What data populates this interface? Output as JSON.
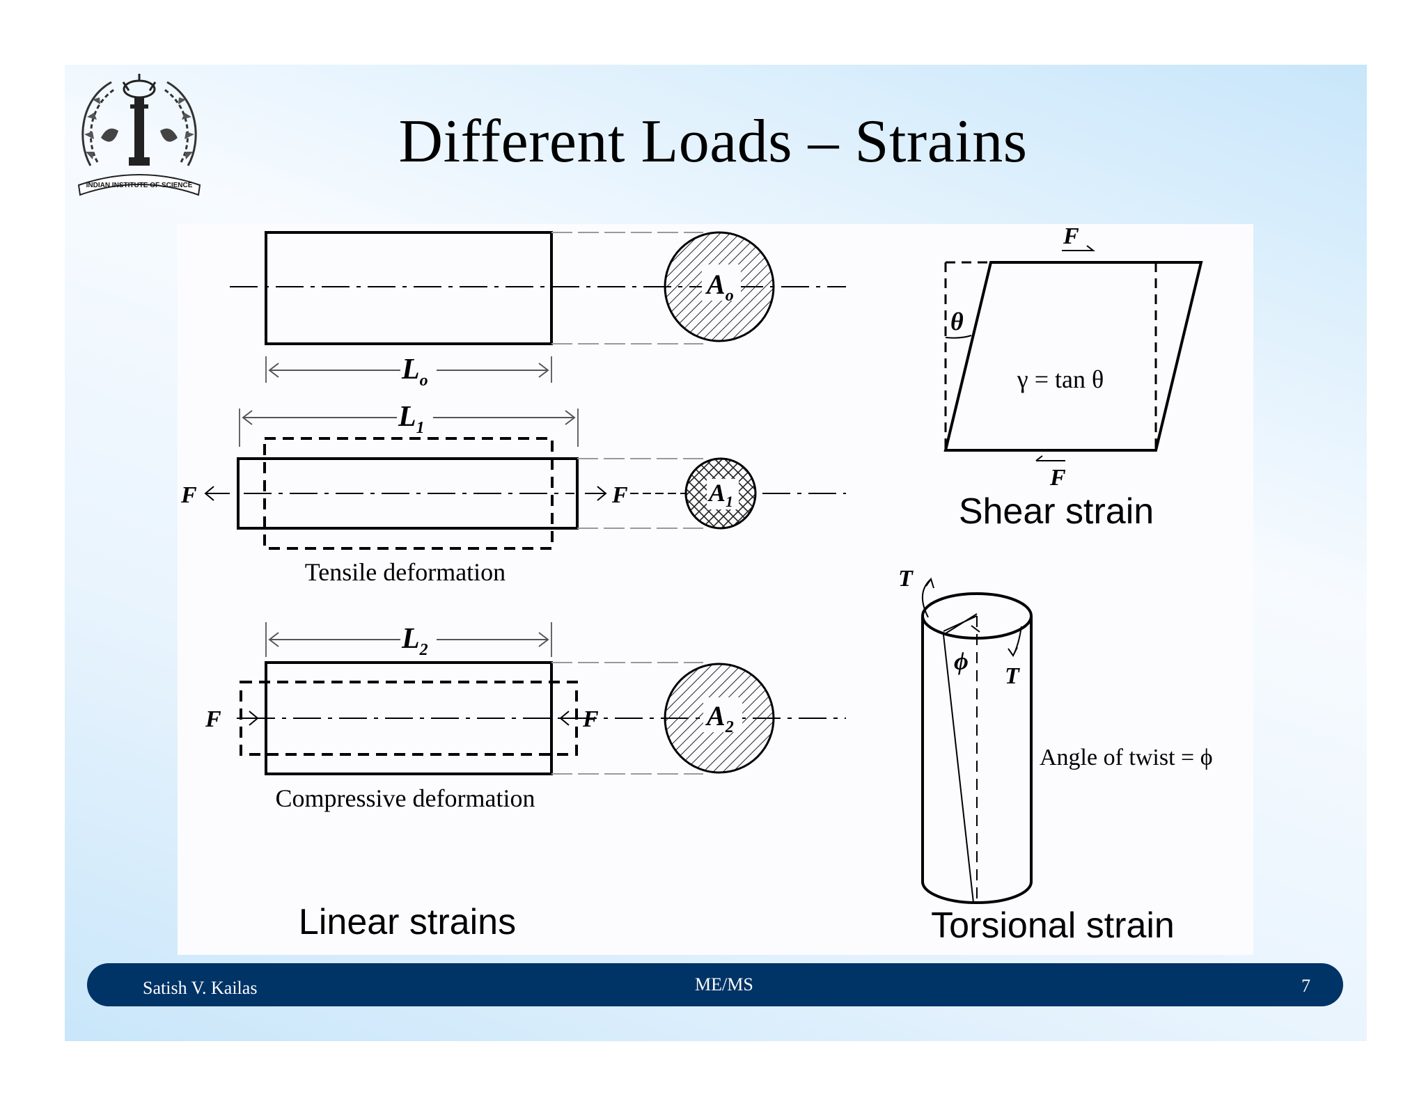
{
  "slide": {
    "title": "Different Loads – Strains",
    "logo_text": "INDIAN INSTITUTE OF SCIENCE"
  },
  "figure": {
    "symbols": {
      "length_original": "L",
      "length_original_sub": "o",
      "length_tensile": "L",
      "length_tensile_sub": "1",
      "length_compressive": "L",
      "length_compressive_sub": "2",
      "area_original": "A",
      "area_original_sub": "o",
      "area_tensile": "A",
      "area_tensile_sub": "1",
      "area_compressive": "A",
      "area_compressive_sub": "2",
      "force": "F",
      "torque": "T",
      "shear_angle": "θ",
      "twist_angle": "ϕ"
    },
    "labels": {
      "tensile": "Tensile deformation",
      "compressive": "Compressive deformation",
      "linear": "Linear strains",
      "shear": "Shear strain",
      "torsional": "Torsional strain",
      "shear_formula": "γ = tan θ",
      "twist_formula": "Angle of twist = ϕ"
    }
  },
  "footer": {
    "author": "Satish V. Kailas",
    "course": "ME/MS",
    "page": "7"
  }
}
